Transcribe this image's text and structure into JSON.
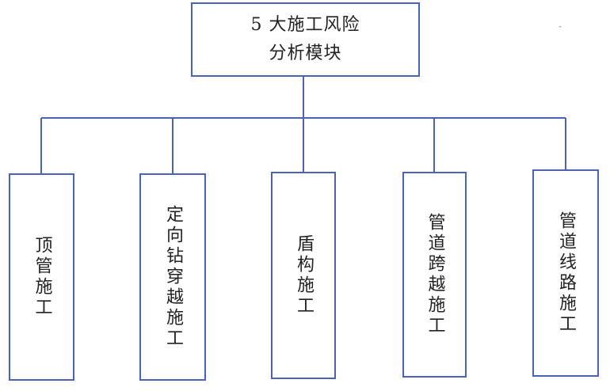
{
  "diagram": {
    "root": {
      "label": "5 大施工风险\n分析模块"
    },
    "children": [
      {
        "label": "顶管施工"
      },
      {
        "label": "定向钻穿越施工"
      },
      {
        "label": "盾构施工"
      },
      {
        "label": "管道跨越施工"
      },
      {
        "label": "管道线路施工"
      }
    ],
    "colors": {
      "border": "#4a62b8",
      "text": "#222222",
      "background": "#ffffff"
    }
  }
}
